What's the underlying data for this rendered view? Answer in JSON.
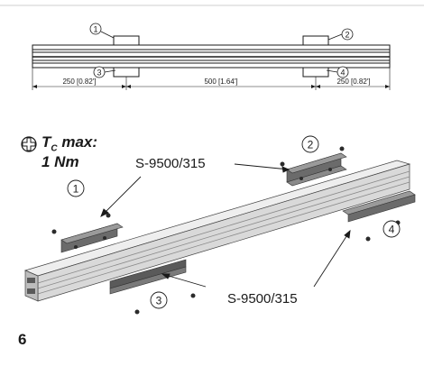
{
  "drawing": {
    "callouts": [
      "1",
      "2",
      "3",
      "4"
    ],
    "dimensions": [
      "250 [0.82']",
      "500 [1.64']",
      "250 [0.82']"
    ]
  },
  "torque": {
    "symbol": "T",
    "subscript": "C",
    "line1_suffix": "max:",
    "line2": "1 Nm",
    "icon": "torque-cross-icon"
  },
  "assembly": {
    "part_label_top": "S-9500/315",
    "part_label_bottom": "S-9500/315",
    "callouts": [
      "1",
      "2",
      "3",
      "4"
    ]
  },
  "page": {
    "number": "6"
  },
  "colors": {
    "line": "#1a1a1a",
    "bracket": "#5a5a5a",
    "rail_face": "#d9d9d9",
    "rail_top": "#eeeeee"
  }
}
